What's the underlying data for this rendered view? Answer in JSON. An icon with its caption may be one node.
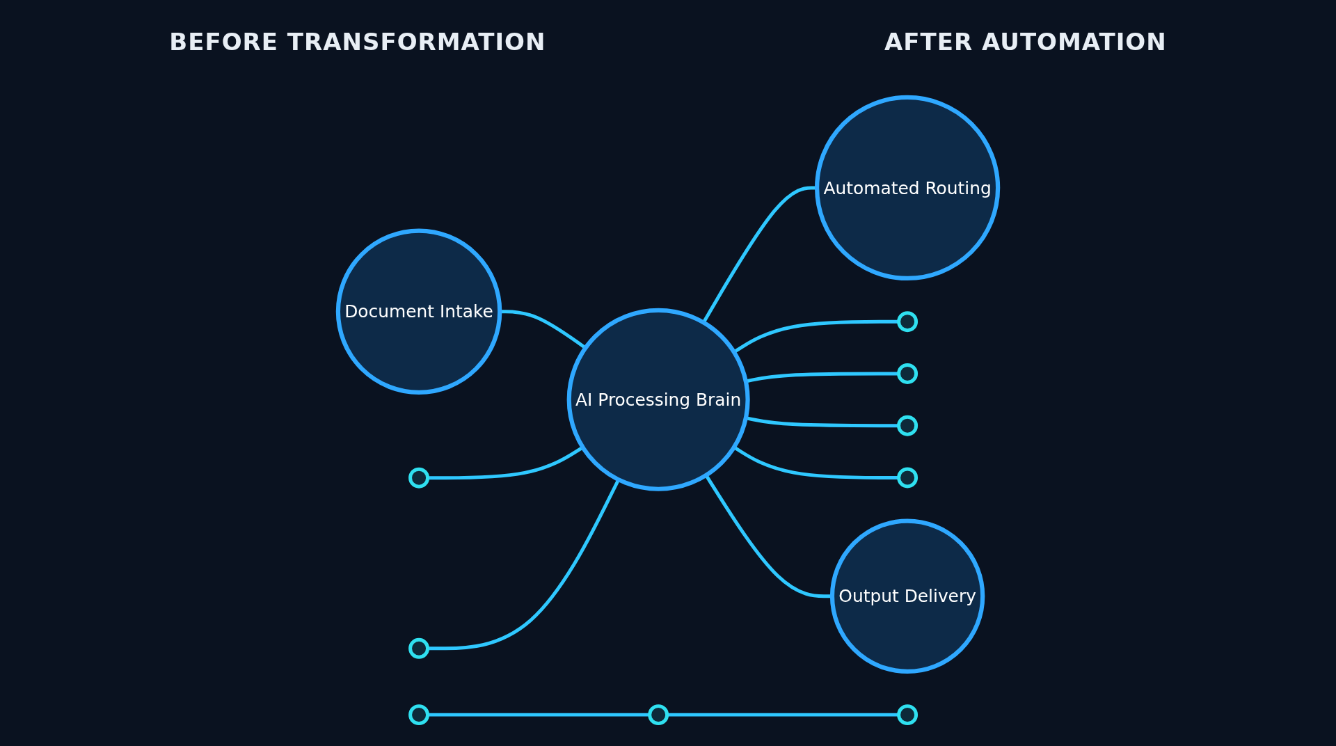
{
  "diagram": {
    "nodes": [
      {
        "text": [
          "Document Intake"
        ]
      },
      {
        "text": [],
        "shape": "circle"
      },
      {
        "text": [],
        "shape": "circle"
      },
      {
        "text": [
          "AI Processing Brain"
        ]
      },
      {
        "text": [
          "Automated Routing"
        ]
      },
      {
        "text": [],
        "shape": "circle"
      },
      {
        "text": [],
        "shape": "circle"
      },
      {
        "text": [],
        "shape": "circle"
      },
      {
        "text": [],
        "shape": "circle"
      },
      {
        "text": [
          "Output Delivery"
        ]
      },
      {
        "text": [],
        "shape": "circle"
      },
      {
        "text": [],
        "shape": "circle"
      },
      {
        "text": [],
        "shape": "circle"
      }
    ],
    "edges": [
      {
        "from": 0,
        "to": 3,
        "arrow": "none"
      },
      {
        "from": 1,
        "to": 3,
        "arrow": "none"
      },
      {
        "from": 2,
        "to": 3,
        "arrow": "none"
      },
      {
        "from": 3,
        "to": 4,
        "arrow": "none"
      },
      {
        "from": 3,
        "to": 5,
        "arrow": "none"
      },
      {
        "from": 3,
        "to": 6,
        "arrow": "none"
      },
      {
        "from": 3,
        "to": 7,
        "arrow": "none"
      },
      {
        "from": 3,
        "to": 8,
        "arrow": "none"
      },
      {
        "from": 3,
        "to": 9,
        "arrow": "none"
      },
      {
        "from": 10,
        "to": 11,
        "arrow": "none"
      },
      {
        "from": 11,
        "to": 12,
        "arrow": "none"
      }
    ],
    "labels": [
      "BEFORE TRANSFORMATION",
      "AFTER AUTOMATION"
    ]
  }
}
